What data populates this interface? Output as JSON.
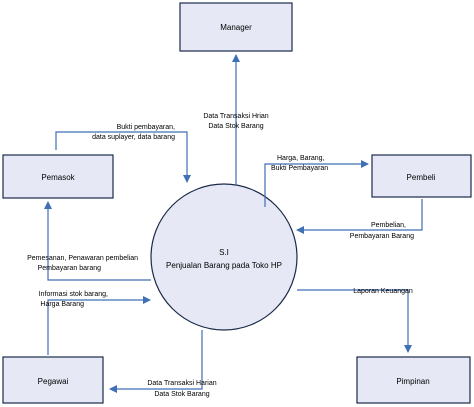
{
  "colors": {
    "entity_fill": "#e6e9f5",
    "entity_stroke": "#1b2a4a",
    "process_fill": "#e6e9f5",
    "arrow": "#3f6fb5"
  },
  "process": {
    "line1": "S.I",
    "line2": "Penjualan Barang pada Toko HP"
  },
  "entities": {
    "manager": "Manager",
    "pemasok": "Pemasok",
    "pembeli": "Pembeli",
    "pegawai": "Pegawai",
    "pimpinan": "Pimpinan"
  },
  "flows": {
    "to_manager": [
      "Data Transaksi Hrian",
      "Data Stok Barang"
    ],
    "to_pemasok": [
      "Bukti pembayaran,",
      "data suplayer, data barang"
    ],
    "from_pembeli": [
      "Harga, Barang,",
      "Bukti Pembayaran"
    ],
    "to_pembeli": [
      "Pembelian,",
      "Pembayaran Barang"
    ],
    "from_pemasok": [
      "Pemesanan, Penawaran pembelian",
      "Pembayaran barang"
    ],
    "from_pegawai": [
      "Informasi stok barang,",
      "Harga Barang"
    ],
    "to_pimpinan": [
      "Laporan Keuangan"
    ],
    "to_pegawai": [
      "Data Transaksi Harian",
      "Data Stok Barang"
    ]
  }
}
